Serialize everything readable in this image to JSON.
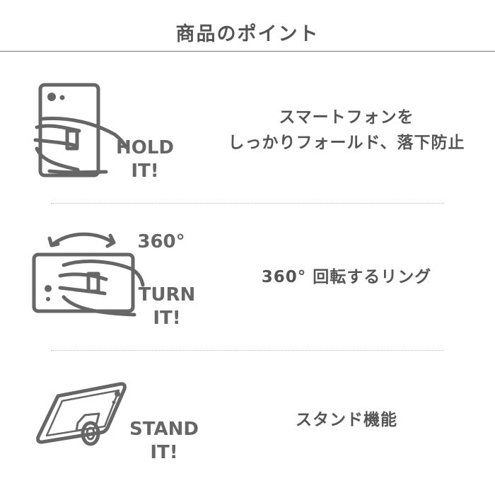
{
  "title": "商品のポイント",
  "features": [
    {
      "icon": "hold-phone-icon",
      "badge_line1": "HOLD",
      "badge_line2": "IT!",
      "text_line1": "スマートフォンを",
      "text_line2": "しっかりフォールド、落下防止"
    },
    {
      "icon": "rotate-phone-icon",
      "badge_top": "360°",
      "badge_line1": "TURN",
      "badge_line2": "IT!",
      "text_line1": "360° 回転するリング"
    },
    {
      "icon": "stand-phone-icon",
      "badge_line1": "STAND",
      "badge_line2": "IT!",
      "text_line1": "スタンド機能"
    }
  ],
  "colors": {
    "icon": "#666666",
    "text": "#555555",
    "divider": "#777777"
  }
}
